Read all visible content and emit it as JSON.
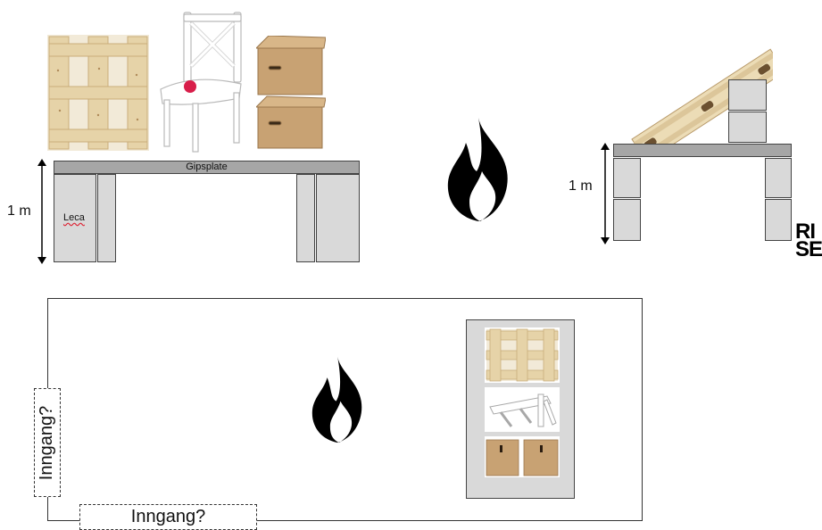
{
  "setup_left": {
    "plate_label": "Gipsplate",
    "block_label": "Leca",
    "height_label": "1 m"
  },
  "setup_right": {
    "height_label": "1 m"
  },
  "room": {
    "entrance_left_label": "Inngang?",
    "entrance_bottom_label": "Inngang?"
  },
  "logo": {
    "text_line1": "RI",
    "text_line2": "SE"
  },
  "colors": {
    "block_fill": "#d9d9d9",
    "plate_fill": "#a6a6a6",
    "pallet_wood": "#ead9b4",
    "chair": "#ffffff",
    "chair_marker": "#d81e4a",
    "box_cardboard": "#c8a273",
    "flame": "#000000"
  },
  "icons": [
    "flame-icon",
    "pallet-icon",
    "chair-icon",
    "cardboard-box-icon"
  ]
}
